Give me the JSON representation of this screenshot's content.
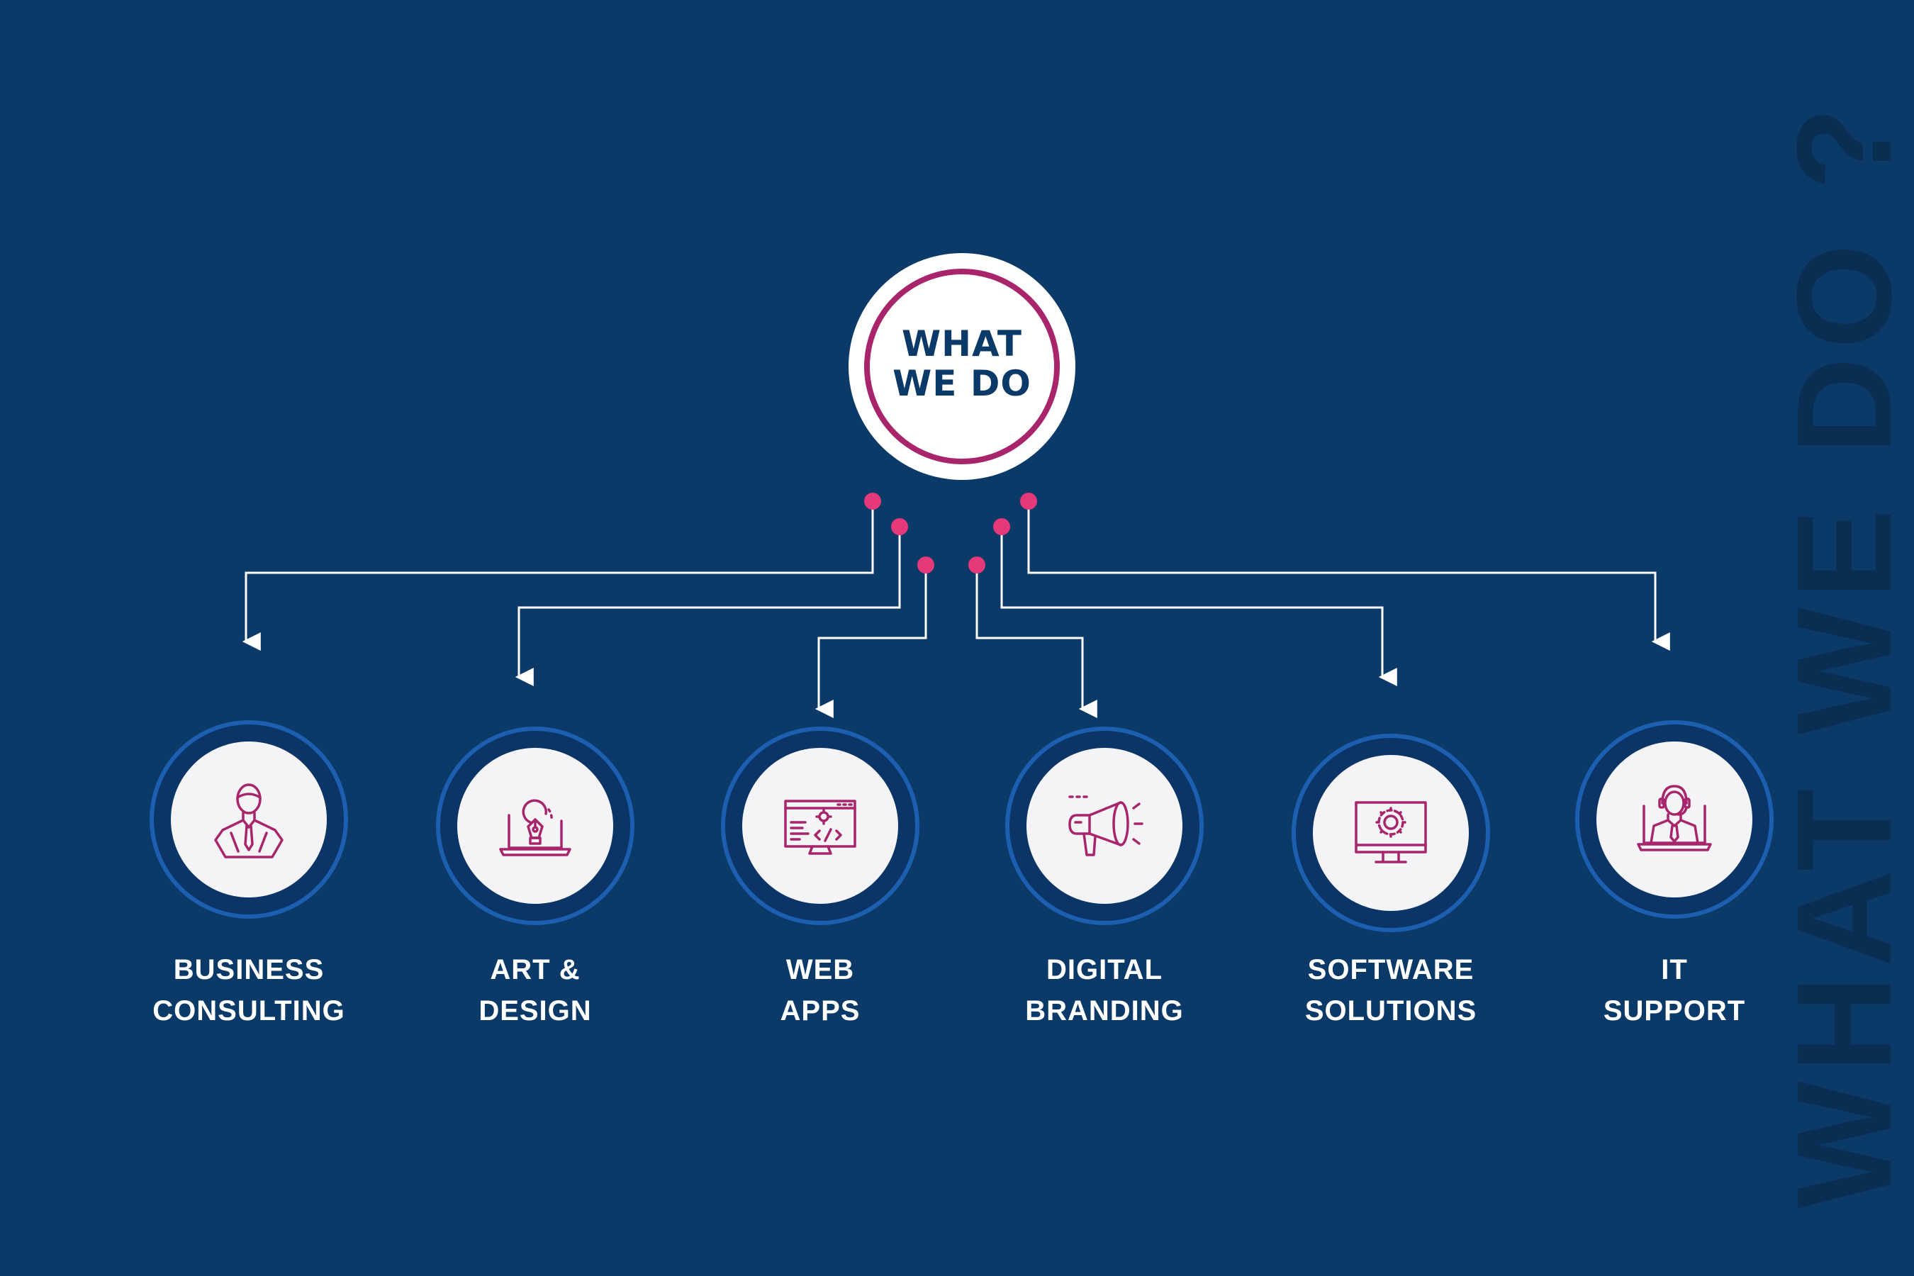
{
  "hub": {
    "line1": "WHAT",
    "line2": "WE DO"
  },
  "services": [
    {
      "line1": "BUSINESS",
      "line2": "CONSULTING",
      "icon": "businessman-icon"
    },
    {
      "line1": "ART &",
      "line2": "DESIGN",
      "icon": "pen-tool-laptop-icon"
    },
    {
      "line1": "WEB",
      "line2": "APPS",
      "icon": "code-window-icon"
    },
    {
      "line1": "DIGITAL",
      "line2": "BRANDING",
      "icon": "megaphone-icon"
    },
    {
      "line1": "SOFTWARE",
      "line2": "SOLUTIONS",
      "icon": "monitor-gear-icon"
    },
    {
      "line1": "IT",
      "line2": "SUPPORT",
      "icon": "support-agent-icon"
    }
  ],
  "side_title": "WHAT WE DO ?",
  "colors": {
    "background": "#0b3a68",
    "accent_magenta": "#a8256c",
    "dot_pink": "#e6397a",
    "ring_blue": "#1c5fb0",
    "side_text": "#0a2e52"
  }
}
